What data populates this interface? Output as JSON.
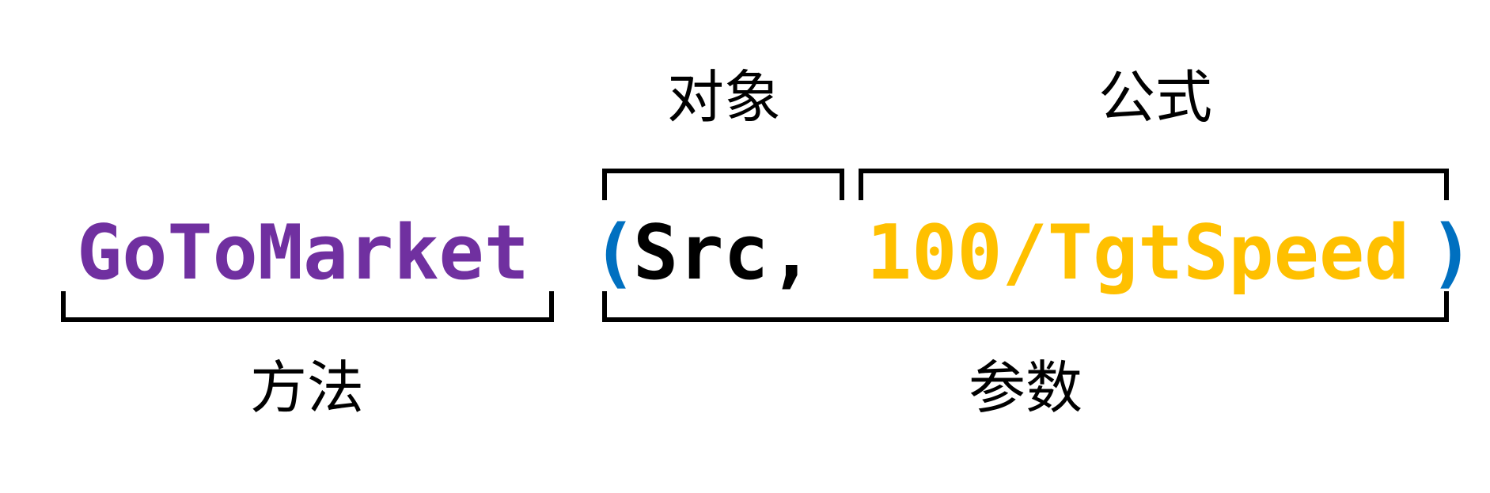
{
  "code": {
    "method": "GoToMarket",
    "open_paren": "(",
    "object_arg": "Src,",
    "formula_arg": "100/TgtSpeed",
    "close_paren": ")"
  },
  "labels": {
    "object": "对象",
    "formula": "公式",
    "method": "方法",
    "parameters": "参数"
  },
  "colors": {
    "method": "#7030A0",
    "paren": "#0070C0",
    "object_arg": "#000000",
    "formula_arg": "#FFC000",
    "bracket": "#000000"
  }
}
